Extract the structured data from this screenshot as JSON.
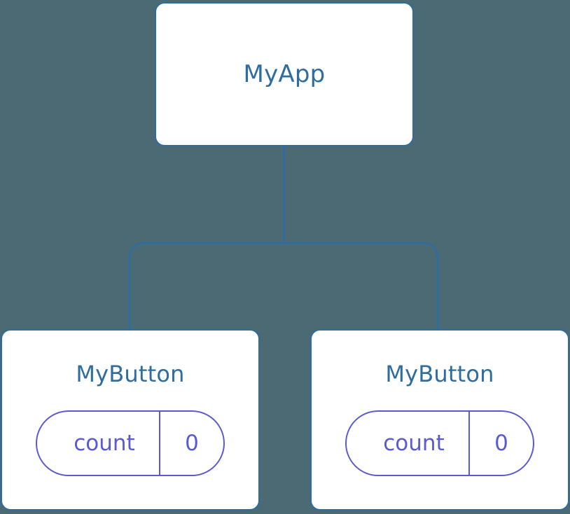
{
  "diagram": {
    "title": "component-tree",
    "background_color": "#4c6a74",
    "node_border_color": "#2e6d9e",
    "node_text_color": "#2e6d9e",
    "node_fill_color": "#ffffff",
    "connector_color": "#2e6d9e",
    "state_border_color": "#5b5bd0",
    "state_text_color": "#5b5bd0"
  },
  "root": {
    "label": "MyApp"
  },
  "children": [
    {
      "label": "MyButton",
      "state": {
        "key": "count",
        "value": "0"
      }
    },
    {
      "label": "MyButton",
      "state": {
        "key": "count",
        "value": "0"
      }
    }
  ]
}
